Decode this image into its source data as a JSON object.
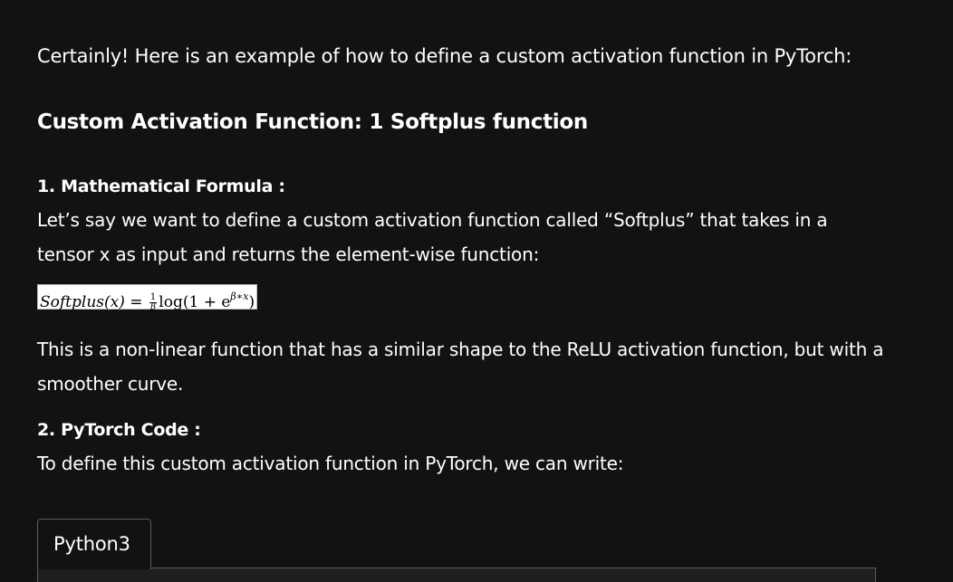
{
  "article": {
    "intro": "Certainly! Here is an example of how to define a custom activation function in PyTorch:",
    "heading": "Custom Activation Function: 1 Softplus function",
    "step1": {
      "title": "1. Mathematical Formula :",
      "text": "Let’s say we want to define a custom activation function called “Softplus” that takes in a tensor x as input and returns the element-wise function:"
    },
    "formula": {
      "lhs": "Softplus(x)",
      "equals": " = ",
      "frac_num": "1",
      "frac_den": "β",
      "log": "log(1 + e",
      "exp": "β∗x",
      "close": ")"
    },
    "description": "This is a non-linear function that has a similar shape to the ReLU activation function, but with a smoother curve.",
    "step2": {
      "title": "2. PyTorch Code :",
      "text": "To define this custom activation function in PyTorch, we can write:"
    },
    "code_block": {
      "tab_label": "Python3"
    }
  }
}
